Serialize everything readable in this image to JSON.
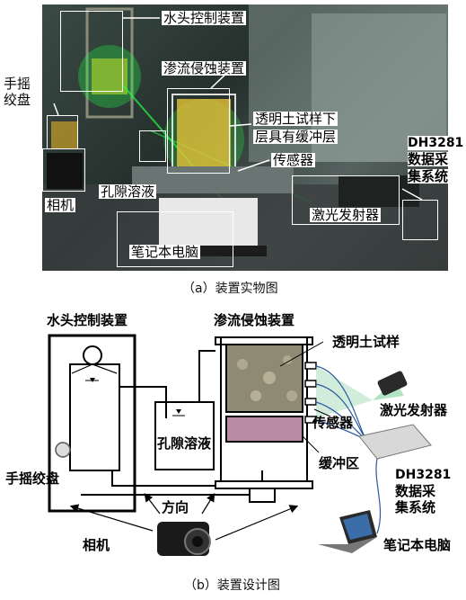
{
  "photo_labels": {
    "head_control": "水头控制装置",
    "seepage_device": "渗流侵蚀装置",
    "hand_winch": "手摇\n绞盘",
    "specimen_note_1": "透明土试样下",
    "specimen_note_2": "层具有缓冲层",
    "dh_system_1": "DH3281",
    "dh_system_2": "数据采",
    "dh_system_3": "集系统",
    "sensor": "传感器",
    "camera": "相机",
    "pore_solution": "孔隙溶液",
    "laser": "激光发射器",
    "laptop": "笔记本电脑"
  },
  "caption_a": "（a）装置实物图",
  "diagram_labels": {
    "head_control": "水头控制装置",
    "seepage_device": "渗流侵蚀装置",
    "transparent_soil": "透明土试样",
    "laser": "激光发射器",
    "pore_solution": "孔隙溶液",
    "sensor": "传感器",
    "buffer": "缓冲区",
    "hand_winch": "手摇绞盘",
    "dh_1": "DH3281",
    "dh_2": "数据采",
    "dh_3": "集系统",
    "direction": "方向",
    "camera": "相机",
    "laptop": "笔记本电脑"
  },
  "caption_b": "（b）装置设计图",
  "colors": {
    "laser_green": "#22ff44",
    "specimen_yellow": "#e6c23a",
    "buffer_purple": "#b98aa3"
  }
}
